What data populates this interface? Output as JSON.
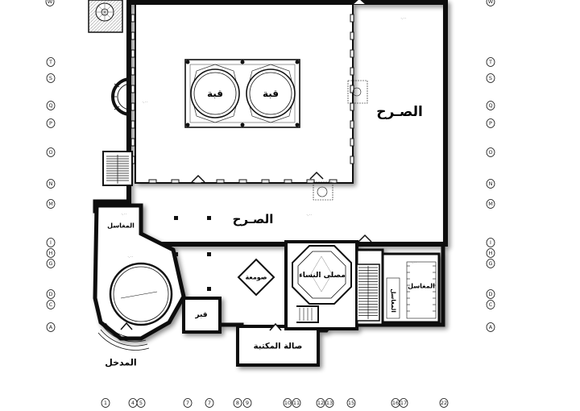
{
  "rooms": {
    "dome_1": "قبة",
    "dome_2": "قبة",
    "courtyard_upper": "الصـرح",
    "courtyard_lower": "الصـرح",
    "ablutions_left": "المغاسل",
    "ablutions_right": "المغاسل",
    "ablutions_right_inner": "المغاسل",
    "women_prayer": "مصلى النساء",
    "minaret": "صومعة",
    "grave": "قبر",
    "library_hall": "صالة المكتبة",
    "entrance": "المدخل"
  },
  "grid_axes": {
    "columns": [
      "1",
      "4",
      "5",
      "7",
      "7",
      "8",
      "9",
      "10",
      "11",
      "12",
      "13",
      "15",
      "16",
      "17",
      "22"
    ],
    "rows_left": [
      "T",
      "S",
      "Q",
      "P",
      "O",
      "N",
      "M",
      "I",
      "H",
      "G",
      "D",
      "C",
      "A"
    ],
    "rows_right": [
      "W",
      "T",
      "S",
      "Q",
      "P",
      "O",
      "N",
      "M",
      "I",
      "H",
      "G",
      "D",
      "C",
      "A"
    ],
    "top_left_marker": "W"
  },
  "level_marks": [
    "٠.٠٠",
    "٠.٠٠",
    "٠.٠٠",
    "٠.٠٠",
    "٠.٠٠",
    "٠.٠٠",
    "٠.٠٠"
  ]
}
